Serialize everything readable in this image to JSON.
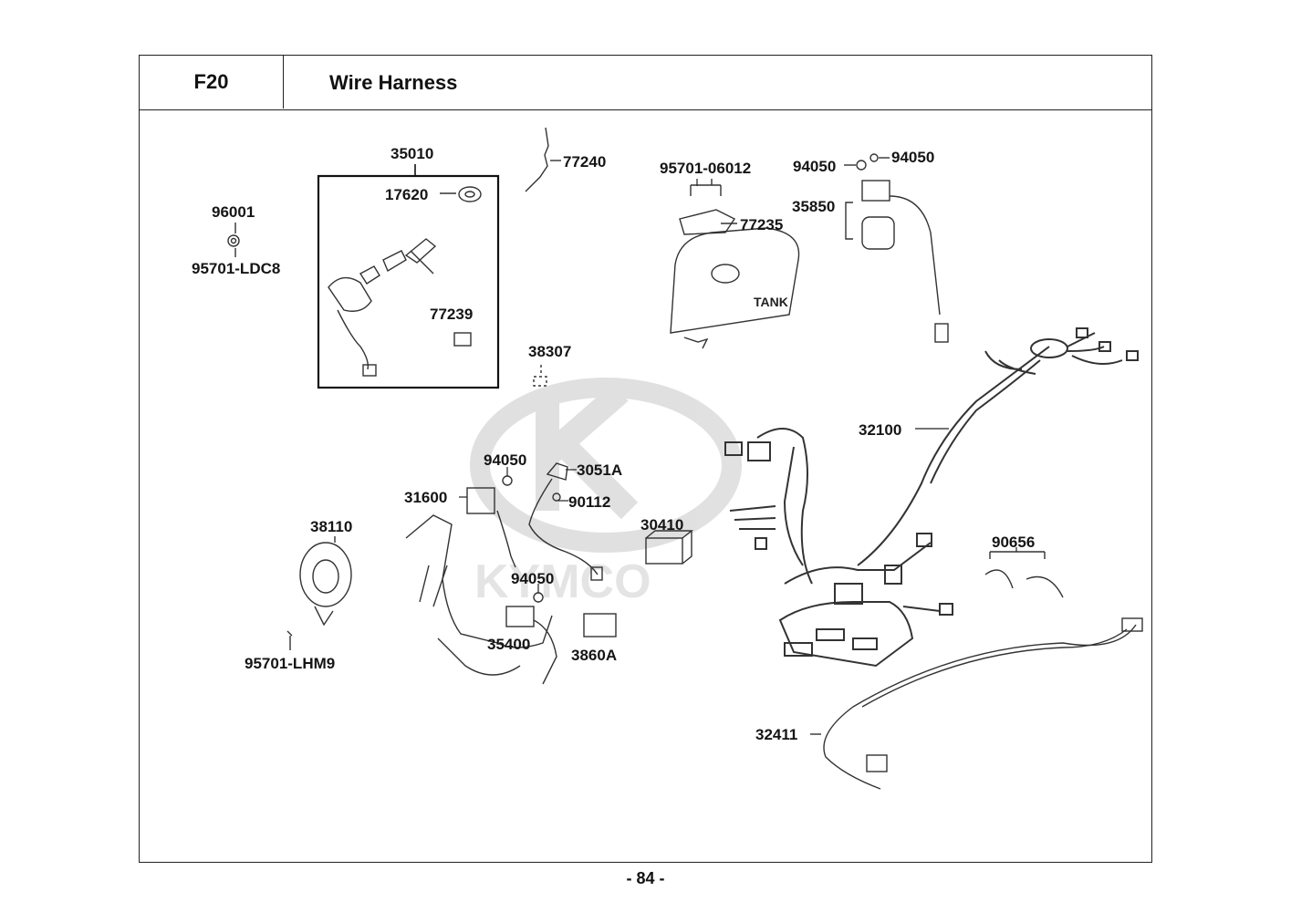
{
  "header": {
    "section_code": "F20",
    "title": "Wire Harness"
  },
  "watermark": {
    "brand": "KYMCO"
  },
  "parts": [
    {
      "id": "p35010",
      "number": "35010"
    },
    {
      "id": "p17620",
      "number": "17620"
    },
    {
      "id": "p77239",
      "number": "77239"
    },
    {
      "id": "p96001",
      "number": "96001"
    },
    {
      "id": "p95701ldc8",
      "number": "95701-LDC8"
    },
    {
      "id": "p77240",
      "number": "77240"
    },
    {
      "id": "p38307",
      "number": "38307"
    },
    {
      "id": "p9570106012",
      "number": "95701-06012"
    },
    {
      "id": "p77235",
      "number": "77235"
    },
    {
      "id": "p94050a",
      "number": "94050"
    },
    {
      "id": "p94050b",
      "number": "94050"
    },
    {
      "id": "p35850",
      "number": "35850"
    },
    {
      "id": "p32100",
      "number": "32100"
    },
    {
      "id": "p94050c",
      "number": "94050"
    },
    {
      "id": "p3051a",
      "number": "3051A"
    },
    {
      "id": "p90112",
      "number": "90112"
    },
    {
      "id": "p31600",
      "number": "31600"
    },
    {
      "id": "p30410",
      "number": "30410"
    },
    {
      "id": "p38110",
      "number": "38110"
    },
    {
      "id": "p94050d",
      "number": "94050"
    },
    {
      "id": "p35400",
      "number": "35400"
    },
    {
      "id": "p3860a",
      "number": "3860A"
    },
    {
      "id": "p95701lhm9",
      "number": "95701-LHM9"
    },
    {
      "id": "p90656",
      "number": "90656"
    },
    {
      "id": "p32411",
      "number": "32411"
    }
  ],
  "tank_label": "TANK",
  "footer": {
    "page": "- 84 -"
  }
}
